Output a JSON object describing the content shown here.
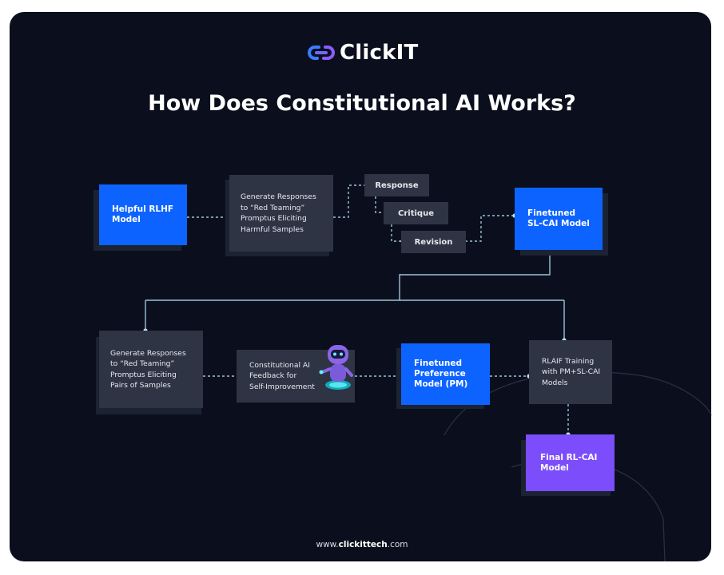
{
  "brand": {
    "name": "ClickIT"
  },
  "title": "How Does Constitutional AI Works?",
  "nodes": {
    "helpful_rlhf": [
      "Helpful RLHF",
      "Model"
    ],
    "generate_harmful": [
      "Generate Responses",
      "to “Red Teaming”",
      "Promptus Eliciting",
      "Harmful Samples"
    ],
    "response": "Response",
    "critique": "Critique",
    "revision": "Revision",
    "finetuned_sl_cai": [
      "Finetuned",
      "SL-CAI Model"
    ],
    "generate_pairs": [
      "Generate Responses",
      "to “Red Teaming”",
      "Promptus Eliciting",
      "Pairs of Samples"
    ],
    "constitutional_feedback": [
      "Constitutional AI",
      "Feedback for",
      "Self-Improvement"
    ],
    "finetuned_pm": [
      "Finetuned",
      "Preference",
      "Model (PM)"
    ],
    "rlaif_training": [
      "RLAIF Training",
      "with PM+SL-CAI",
      "Models"
    ],
    "final_rl_cai": [
      "Final RL-CAI",
      "Model"
    ]
  },
  "footer": {
    "prefix": "www.",
    "domain": "clickittech",
    "suffix": ".com"
  },
  "colors": {
    "background": "#0b0f1d",
    "blue": "#0d63ff",
    "purple": "#7c4dfa",
    "card": "#2e3444",
    "connector": "#9ec3d6"
  }
}
